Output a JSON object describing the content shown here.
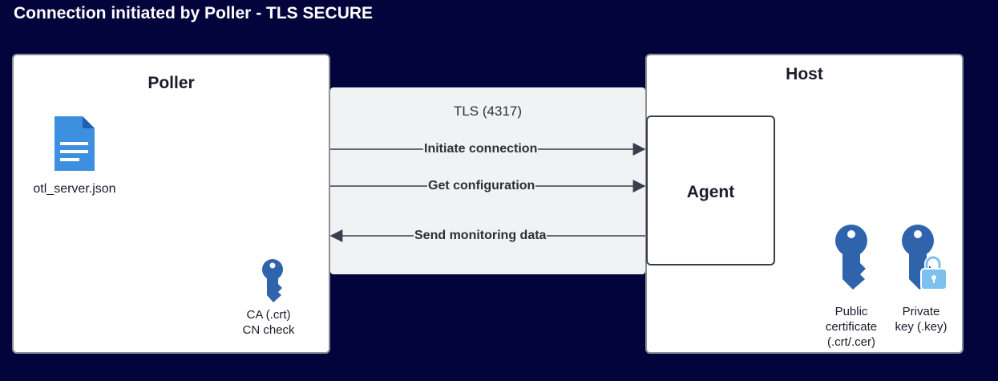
{
  "title": "Connection initiated by Poller - TLS SECURE",
  "poller": {
    "heading": "Poller",
    "file_label": "otl_server.json",
    "ca_label_line1": "CA (.crt)",
    "ca_label_line2": "CN check"
  },
  "tls": {
    "label": "TLS (4317)",
    "arrows": [
      {
        "label": "Initiate connection",
        "direction": "right"
      },
      {
        "label": "Get configuration",
        "direction": "right"
      },
      {
        "label": "Send monitoring data",
        "direction": "left"
      }
    ]
  },
  "host": {
    "heading": "Host",
    "agent_label": "Agent",
    "public_cert_line1": "Public",
    "public_cert_line2": "certificate",
    "public_cert_line3": "(.crt/.cer)",
    "private_key_line1": "Private",
    "private_key_line2": "key (.key)"
  },
  "icons": {
    "file": "document-icon",
    "ca_key": "key-icon",
    "public_key": "key-icon",
    "private_key": "locked-key-icon"
  },
  "colors": {
    "background": "#04043d",
    "key_blue": "#2f64ad",
    "doc_blue": "#3d8fe0",
    "lock_blue": "#7cc0ef"
  }
}
